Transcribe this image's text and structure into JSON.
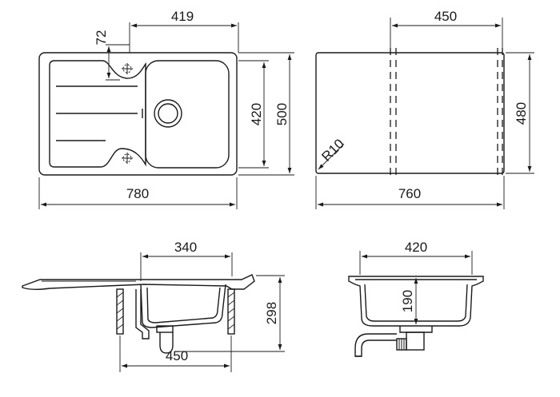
{
  "dimensions": {
    "top_view": {
      "offset_to_bowl": "419",
      "drain_offset": "72",
      "overall_width": "780",
      "overall_depth": "500",
      "bowl_depth": "420"
    },
    "cutout": {
      "width": "760",
      "depth": "480",
      "mounting_width": "450",
      "corner_radius": "R10"
    },
    "side_view": {
      "bowl_width": "340",
      "cabinet_width": "450",
      "height": "298"
    },
    "front_view": {
      "bowl_width": "420",
      "bowl_depth": "190"
    }
  },
  "colors": {
    "line": "#1a1a1a",
    "background": "#ffffff"
  }
}
